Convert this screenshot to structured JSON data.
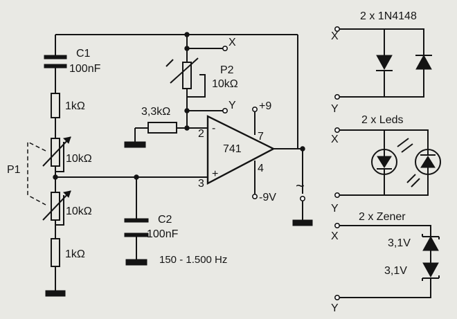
{
  "labels": {
    "c1_name": "C1",
    "c1_value": "100nF",
    "r_top": "1kΩ",
    "r_bottom": "1kΩ",
    "p1_upper": "10kΩ",
    "p1_lower": "10kΩ",
    "p1_name": "P1",
    "p2_name": "P2",
    "p2_value": "10kΩ",
    "r_input": "3,3kΩ",
    "c2_name": "C2",
    "c2_value": "100nF",
    "freq_range": "150 - 1.500 Hz",
    "opamp": "741",
    "pin2": "2",
    "pin3": "3",
    "pin4": "4",
    "pin7": "7",
    "inv_sign": "-",
    "noninv_sign": "+",
    "vplus": "+9",
    "vminus": "-9V",
    "term_x": "X",
    "term_y": "Y",
    "output_symbol": "~"
  },
  "options": {
    "diodes": {
      "title": "2 x 1N4148",
      "x": "X",
      "y": "Y"
    },
    "leds": {
      "title": "2 x Leds",
      "x": "X",
      "y": "Y"
    },
    "zener": {
      "title": "2 x Zener",
      "x": "X",
      "y": "Y",
      "v1": "3,1V",
      "v2": "3,1V"
    }
  }
}
